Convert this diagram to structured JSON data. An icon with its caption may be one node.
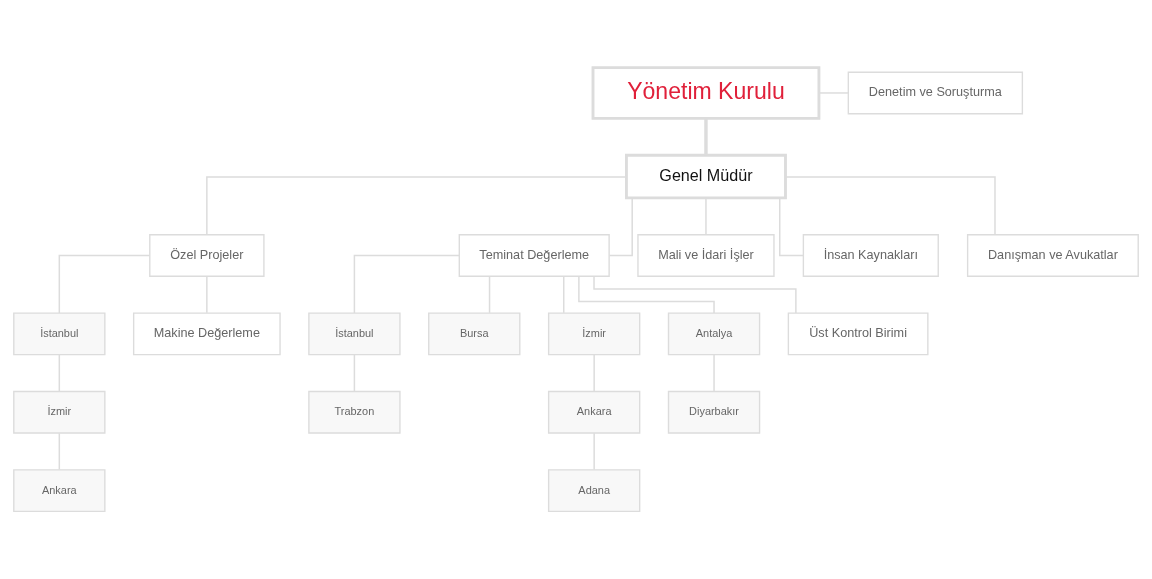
{
  "diagram": {
    "nodes": [
      {
        "text": [
          "Yönetim Kurulu"
        ]
      },
      {
        "text": [
          "Denetim ve Soruşturma"
        ]
      },
      {
        "text": [
          "Genel Müdür"
        ]
      },
      {
        "text": [
          "Özel Projeler"
        ]
      },
      {
        "text": [
          "Teminat Değerleme"
        ]
      },
      {
        "text": [
          "Mali ve İdari İşler"
        ]
      },
      {
        "text": [
          "İnsan Kaynakları"
        ]
      },
      {
        "text": [
          "Danışman ve Avukatlar"
        ]
      },
      {
        "text": [
          "İstanbul"
        ]
      },
      {
        "text": [
          "İzmir"
        ]
      },
      {
        "text": [
          "Ankara"
        ]
      },
      {
        "text": [
          "Makine Değerleme"
        ]
      },
      {
        "text": [
          "İstanbul"
        ]
      },
      {
        "text": [
          "Bursa"
        ]
      },
      {
        "text": [
          "İzmir"
        ]
      },
      {
        "text": [
          "Antalya"
        ]
      },
      {
        "text": [
          "Trabzon"
        ]
      },
      {
        "text": [
          "Ankara"
        ]
      },
      {
        "text": [
          "Diyarbakır"
        ]
      },
      {
        "text": [
          "Adana"
        ]
      },
      {
        "text": [
          "Üst Kontrol Birimi"
        ]
      }
    ],
    "edges": [
      {
        "from": 0,
        "to": 1,
        "arrow": "none"
      },
      {
        "from": 0,
        "to": 2,
        "arrow": "none",
        "style": "thick"
      },
      {
        "from": 2,
        "to": 3,
        "arrow": "none"
      },
      {
        "from": 2,
        "to": 4,
        "arrow": "none"
      },
      {
        "from": 2,
        "to": 5,
        "arrow": "none"
      },
      {
        "from": 2,
        "to": 6,
        "arrow": "none"
      },
      {
        "from": 2,
        "to": 7,
        "arrow": "none"
      },
      {
        "from": 3,
        "to": 8,
        "arrow": "none"
      },
      {
        "from": 8,
        "to": 9,
        "arrow": "none"
      },
      {
        "from": 9,
        "to": 10,
        "arrow": "none"
      },
      {
        "from": 3,
        "to": 11,
        "arrow": "none"
      },
      {
        "from": 4,
        "to": 12,
        "arrow": "none"
      },
      {
        "from": 4,
        "to": 13,
        "arrow": "none"
      },
      {
        "from": 4,
        "to": 14,
        "arrow": "none"
      },
      {
        "from": 4,
        "to": 15,
        "arrow": "none"
      },
      {
        "from": 12,
        "to": 16,
        "arrow": "none"
      },
      {
        "from": 14,
        "to": 17,
        "arrow": "none"
      },
      {
        "from": 17,
        "to": 19,
        "arrow": "none"
      },
      {
        "from": 15,
        "to": 18,
        "arrow": "none"
      },
      {
        "from": 4,
        "to": 20,
        "arrow": "none"
      }
    ]
  }
}
